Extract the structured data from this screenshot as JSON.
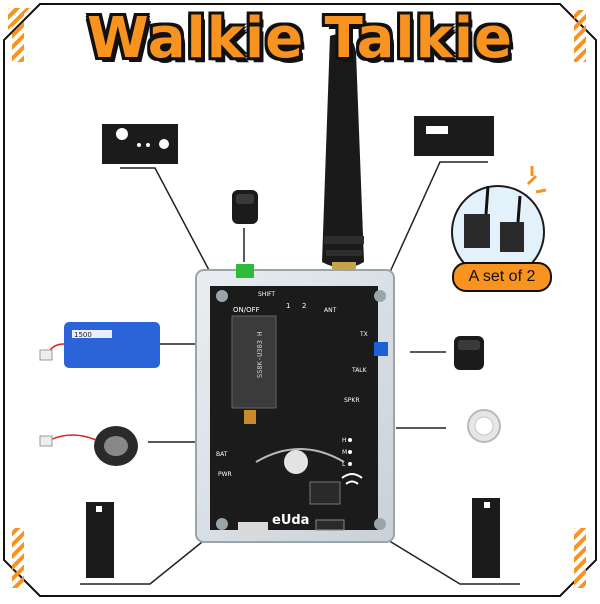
{
  "title": "Walkie Talkie",
  "set_badge": "A set of 2",
  "board": {
    "switch_label": "ON/OFF",
    "shift_label": "SHIFT",
    "antenna_label": "ANT",
    "tx_label": "TX",
    "talk_label": "TALK",
    "speaker_label": "SPKR",
    "battery_label": "BAT",
    "power_label": "PWR",
    "module_text": "SS8K-U303 H",
    "brand_text": "eUda",
    "led_labels": [
      "H",
      "M",
      "L"
    ],
    "channel_digits": [
      "1",
      "2"
    ]
  },
  "battery": {
    "label": "1500"
  },
  "colors": {
    "accent_orange": "#f7931e",
    "pcb_black": "#1b1b1b",
    "outline": "#111111",
    "lead_line": "#222222",
    "button_green": "#2dbb3c",
    "button_blue": "#1d5fd6",
    "battery_blue": "#2b63d9"
  }
}
